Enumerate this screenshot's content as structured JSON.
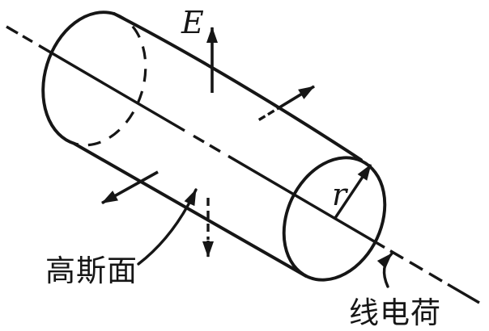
{
  "figure": {
    "colors": {
      "ink": "#161616",
      "background": "#ffffff"
    },
    "labels": {
      "field": "E",
      "radius": "r",
      "gaussian_surface": "高斯面",
      "line_charge": "线电荷"
    }
  }
}
